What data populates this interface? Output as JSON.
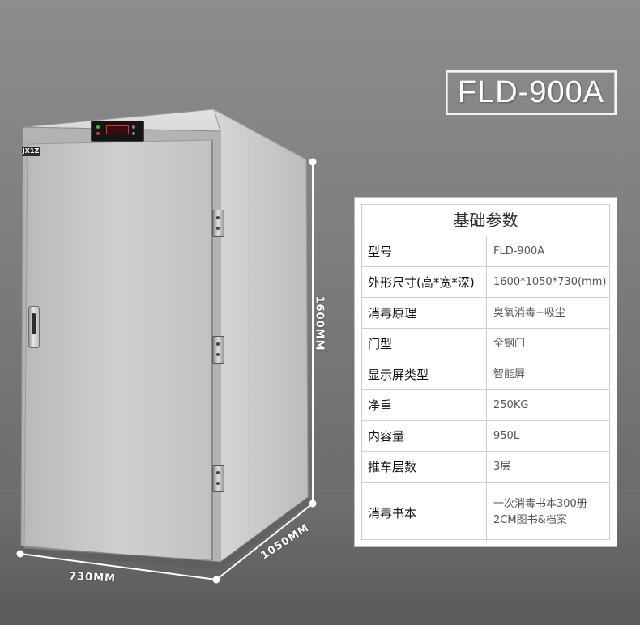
{
  "model_badge": {
    "text": "FLD-900A"
  },
  "cabinet": {
    "brand_label": "JX1Z"
  },
  "dimensions": {
    "height": "1600MM",
    "depth": "1050MM",
    "width": "730MM"
  },
  "spec_table": {
    "title": "基础参数",
    "rows": [
      {
        "label": "型号",
        "value": "FLD-900A"
      },
      {
        "label": "外形尺寸(高*宽*深)",
        "value": "1600*1050*730(mm)"
      },
      {
        "label": "消毒原理",
        "value": "臭氧消毒+吸尘"
      },
      {
        "label": "门型",
        "value": "全钢门"
      },
      {
        "label": "显示屏类型",
        "value": "智能屏"
      },
      {
        "label": "净重",
        "value": "250KG"
      },
      {
        "label": "内容量",
        "value": "950L"
      },
      {
        "label": "推车层数",
        "value": "3层"
      },
      {
        "label": "消毒书本",
        "value": "一次消毒书本300册\n2CM图书&档案"
      }
    ]
  },
  "colors": {
    "background": "#7e7e7e",
    "cabinet_steel": "#c9c9c9",
    "table_bg": "#ffffff",
    "display_red": "#e63030"
  }
}
